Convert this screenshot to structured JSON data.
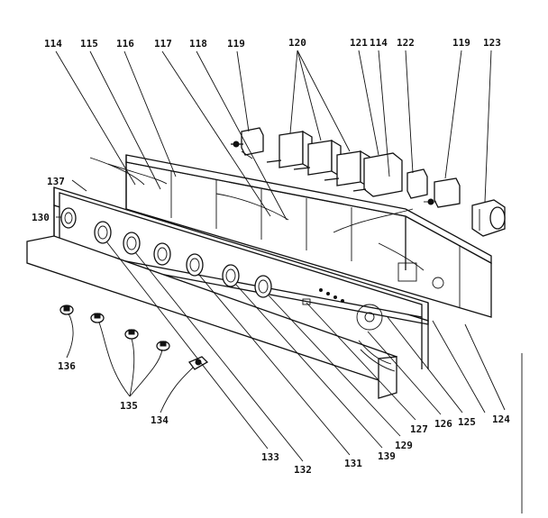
{
  "labels": {
    "l114a": "114",
    "l115": "115",
    "l116": "116",
    "l117": "117",
    "l118": "118",
    "l119a": "119",
    "l120": "120",
    "l121": "121",
    "l114b": "114",
    "l122": "122",
    "l119b": "119",
    "l123": "123",
    "l137": "137",
    "l130": "130",
    "l136": "136",
    "l135": "135",
    "l134": "134",
    "l133": "133",
    "l132": "132",
    "l131": "131",
    "l139": "139",
    "l129": "129",
    "l127": "127",
    "l126": "126",
    "l125": "125",
    "l124": "124"
  }
}
